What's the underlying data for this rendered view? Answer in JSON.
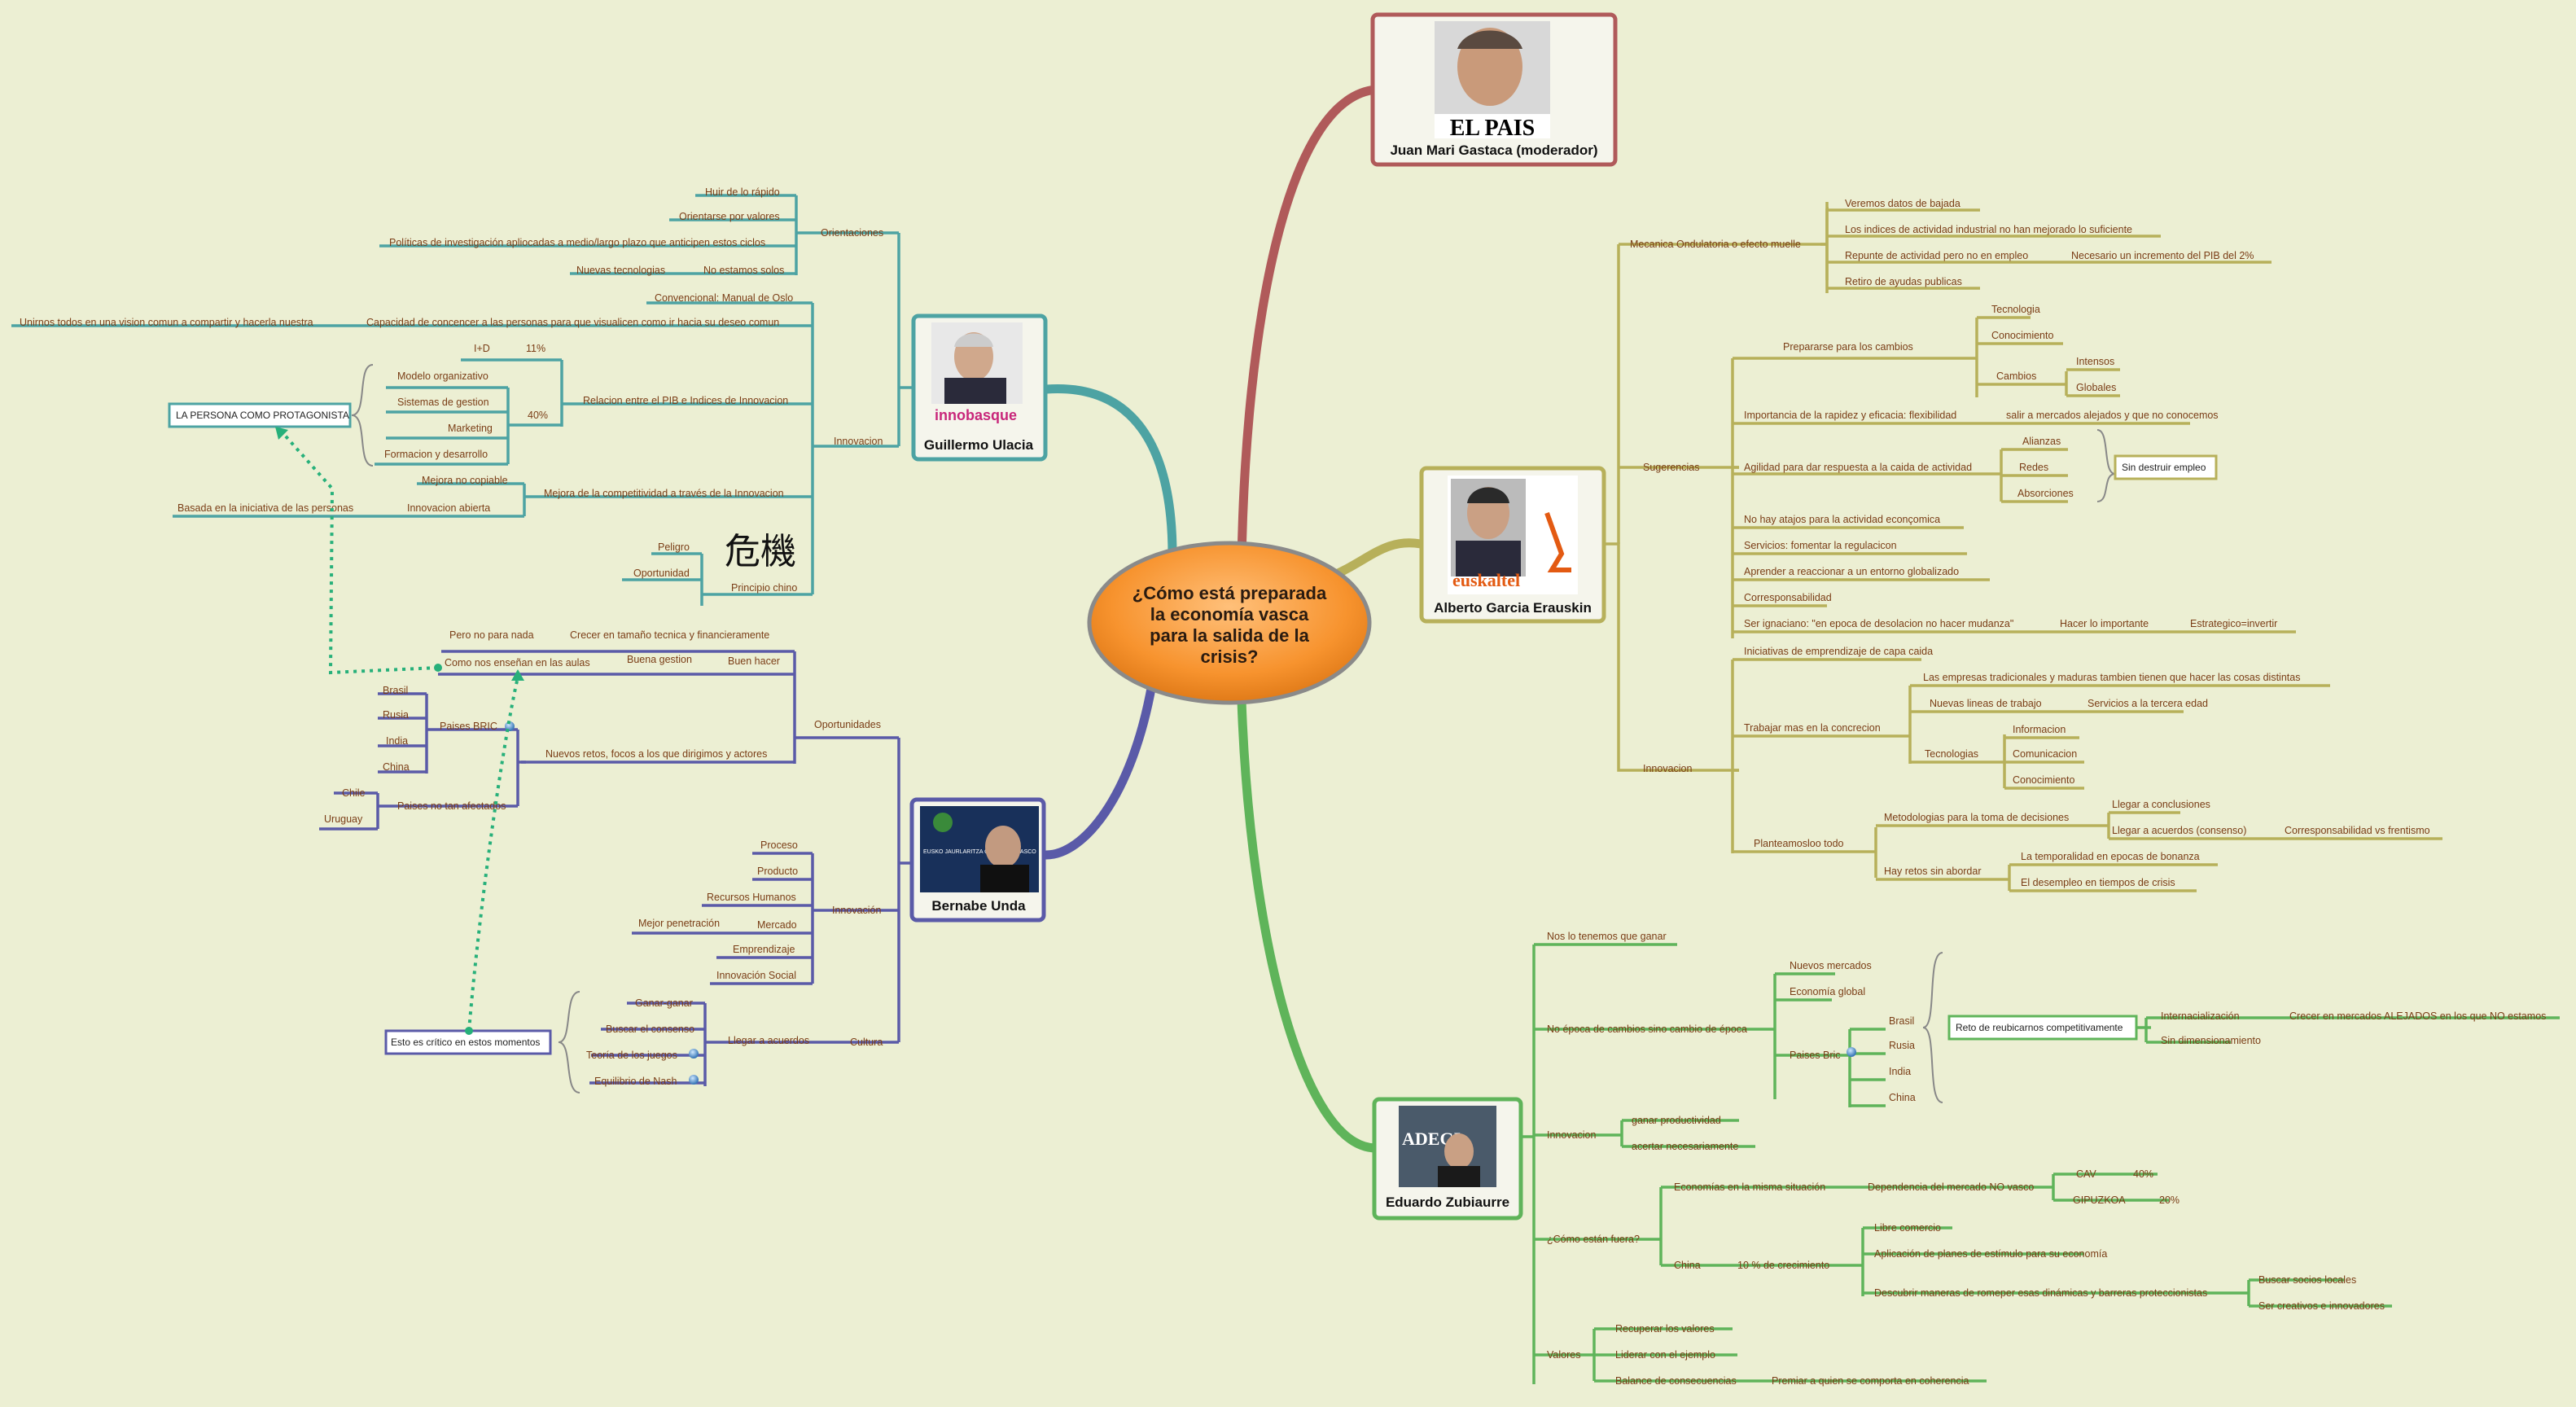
{
  "center": {
    "lines": [
      "¿Cómo está preparada",
      "la economía vasca",
      "para la salida de la",
      "crisis?"
    ]
  },
  "persons": {
    "gastaca": {
      "name": "Juan Mari Gastaca (moderador)",
      "logo": "EL PAIS"
    },
    "garcia": {
      "name": "Alberto Garcia Erauskin",
      "logo": "euskaltel"
    },
    "zubiaurre": {
      "name": "Eduardo Zubiaurre",
      "logo": "ADEGI"
    },
    "ulacia": {
      "name": "Guillermo Ulacia",
      "logo": "innobasque"
    },
    "unda": {
      "name": "Bernabe Unda",
      "logo": "EUSKO JAURLARITZA GOBIERNO VASCO"
    }
  },
  "colors": {
    "background": "#ecefd3",
    "gastaca": "#b05a5a",
    "garcia": "#b7b05a",
    "zubiaurre": "#5fb45a",
    "ulacia": "#4da3a3",
    "unda": "#5a5aa8",
    "dotted": "#27b07a",
    "center_fill": "#f7932e",
    "text": "#7a3d16"
  },
  "icons": {
    "kanji": "危機",
    "globe": "globe-icon"
  },
  "garcia_branches": [
    {
      "id": "g1",
      "label": "Mecanica Ondulatoria o efecto muelle",
      "children": [
        {
          "label": "Veremos datos de bajada"
        },
        {
          "label": "Los indices de actividad industrial no han mejorado lo suficiente"
        },
        {
          "label": "Repunte de actividad pero no en empleo",
          "child": "Necesario un incremento del PIB del 2%"
        },
        {
          "label": "Retiro de ayudas publicas"
        }
      ]
    },
    {
      "id": "g2",
      "label": "Sugerencias",
      "children": [
        {
          "label": "Prepararse para los cambios",
          "subs": [
            "Tecnologia",
            "Conocimiento",
            "Cambios"
          ],
          "subsubs": [
            "Intensos",
            "Globales"
          ]
        },
        {
          "label": "Importancia de la rapidez y eficacia: flexibilidad",
          "child": "salir a mercados alejados y que no conocemos"
        },
        {
          "label": "Agilidad para dar respuesta a la caida de actividad",
          "subs": [
            "Alianzas",
            "Redes",
            "Absorciones"
          ],
          "note": "Sin destruir empleo"
        },
        {
          "label": "No hay atajos para la actividad econçomica"
        },
        {
          "label": "Servicios: fomentar la regulacicon"
        },
        {
          "label": "Aprender a reaccionar a un entorno globalizado"
        },
        {
          "label": "Corresponsabilidad"
        },
        {
          "label": "Ser ignaciano: \"en epoca de desolacion no hacer mudanza\"",
          "child": "Hacer lo importante",
          "grandchild": "Estrategico=invertir"
        }
      ]
    },
    {
      "id": "g3",
      "label": "Innovacion",
      "children": [
        {
          "label": "Iniciativas de emprendizaje de capa caida"
        },
        {
          "label": "Trabajar mas en la concrecion",
          "subs": [
            "Las empresas tradicionales y maduras tambien tienen que hacer las cosas distintas",
            "Nuevas lineas de trabajo",
            "Tecnologias"
          ],
          "extra": "Servicios a la tercera edad",
          "tech": [
            "Informacion",
            "Comunicacion",
            "Conocimiento"
          ]
        },
        {
          "label": "Planteamosloo todo",
          "subs": [
            "Metodologias para la toma de decisiones",
            "Hay retos sin abordar"
          ],
          "meth": [
            "Llegar a conclusiones",
            "Llegar a acuerdos (consenso)"
          ],
          "meth_extra": "Corresponsabilidad vs frentismo",
          "retos": [
            "La temporalidad en epocas de bonanza",
            "El desempleo en tiempos de crisis"
          ]
        }
      ]
    }
  ],
  "zubiaurre_branches": {
    "b1": "Nos lo tenemos que ganar",
    "b2": "No época de cambios sino cambio de época",
    "b2_children": [
      "Nuevos mercados",
      "Economía global",
      "Paises Bric"
    ],
    "bric": [
      "Brasil",
      "Rusia",
      "India",
      "China"
    ],
    "reto": "Reto de reubicarnos competitivamente",
    "reto_children": [
      "Internacialización",
      "Sin dimensionamiento"
    ],
    "reto_extra": "Crecer en mercados ALEJADOS en los que NO estamos",
    "b3": "Innovacion",
    "b3_children": [
      "ganar productividad",
      "acertar necesariamente"
    ],
    "b4": "¿Cómo están fuera?",
    "eco": "Economías en la misma situación",
    "dep": "Dependencia del mercado NO vasco",
    "cav": [
      "CAV",
      "40%"
    ],
    "gip": [
      "GIPUZKOA",
      "20%"
    ],
    "china": "China",
    "crec": "10 % de crecimiento",
    "china_children": [
      "Libre comercio",
      "Aplicación de planes de estímulo para su economía",
      "Descubrir maneras de romeper esas dinámicas y barreras proteccionistas"
    ],
    "desc_children": [
      "Buscar socios locales",
      "Ser creativos e innovadores"
    ],
    "b5": "Valores",
    "valores": [
      "Recuperar los valores",
      "Liderar con el ejemplo",
      "Balance de consecuencias"
    ],
    "balance_extra": "Premiar a quien se comporta en coherencia"
  },
  "ulacia_branches": {
    "orientaciones": "Orientaciones",
    "orient_children": [
      "Huir de lo rápido",
      "Orientarse por valores",
      "Políticas de investigación apliocadas a medio/largo plazo que anticipen estos ciclos",
      "No estamos solos"
    ],
    "nuevas_tec": "Nuevas tecnologias",
    "innovacion": "Innovacion",
    "convencional": "Convencional: Manual de Oslo",
    "capacidad": "Capacidad de concencer a las personas para que visualicen como ir hacia su deseo comun",
    "unirnos": "Unirnos todos en una vision comun a compartir y hacerla nuestra",
    "relacion": "Relacion entre el PIB e Indices de Innovacion",
    "imasd": "I+D",
    "pct11": "11%",
    "pct40": "40%",
    "modelo": [
      "Modelo organizativo",
      "Sistemas de gestion",
      "Marketing",
      "Formacion y desarrollo"
    ],
    "persona": "LA PERSONA COMO PROTAGONISTA",
    "mejora_comp": "Mejora de la competitividad a través de la Innovacion",
    "mejora_no": "Mejora no copiable",
    "abierta": "Innovacion abierta",
    "basada": "Basada en la iniciativa de las personas",
    "principio": "Principio chino",
    "peligro": "Peligro",
    "oportunidad": "Oportunidad"
  },
  "unda_branches": {
    "oportunidades": "Oportunidades",
    "buen_hacer": "Buen hacer",
    "buena_gestion": "Buena gestion",
    "nos_ensenan": "Como nos enseñan en las aulas",
    "crecer": "Crecer en tamaño tecnica y financieramente",
    "pero": "Pero no para nada",
    "nuevos_retos": "Nuevos retos, focos a los que dirigimos y actores",
    "bric_label": "Paises BRIC",
    "bric": [
      "Brasil",
      "Rusia",
      "India",
      "China"
    ],
    "no_afectados": "Paises no tan afectados",
    "afectados": [
      "Chile",
      "Uruguay"
    ],
    "innovacion": "Innovación",
    "innov_children": [
      "Proceso",
      "Producto",
      "Recursos Humanos",
      "Mercado",
      "Emprendizaje",
      "Innovación Social"
    ],
    "mejor_pen": "Mejor penetración",
    "cultura": "Cultura",
    "llegar": "Llegar a acuerdos",
    "cultura_children": [
      "Ganar-ganar",
      "Buscar el consenso",
      "Teoría de los juegos",
      "Equilibrio de Nash"
    ],
    "critico": "Esto es crítico en estos momentos"
  }
}
